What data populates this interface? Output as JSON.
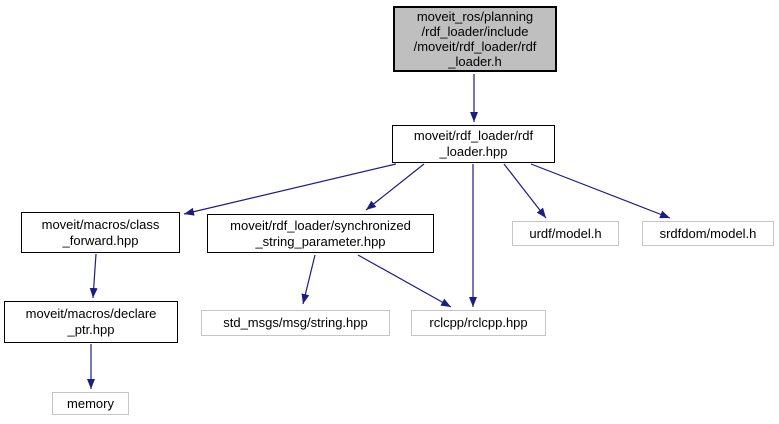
{
  "diagram": {
    "type": "include-dependency-graph",
    "colors": {
      "background": "#ffffff",
      "edge": "#1c1c85",
      "text": "#000000",
      "main_node_fill": "#bfbfbf",
      "internal_node_border": "#000000",
      "external_node_border": "#c5c5c5"
    },
    "nodes": [
      {
        "id": "rdf_loader_h",
        "kind": "main",
        "label": "moveit_ros/planning\n/rdf_loader/include\n/moveit/rdf_loader/rdf\n_loader.h"
      },
      {
        "id": "rdf_loader_hpp",
        "kind": "internal",
        "label": "moveit/rdf_loader/rdf\n_loader.hpp"
      },
      {
        "id": "class_forward_hpp",
        "kind": "internal",
        "label": "moveit/macros/class\n_forward.hpp"
      },
      {
        "id": "synchronized_string_parameter_hpp",
        "kind": "internal",
        "label": "moveit/rdf_loader/synchronized\n_string_parameter.hpp"
      },
      {
        "id": "urdf_model_h",
        "kind": "external",
        "label": "urdf/model.h"
      },
      {
        "id": "srdfdom_model_h",
        "kind": "external",
        "label": "srdfdom/model.h"
      },
      {
        "id": "declare_ptr_hpp",
        "kind": "internal",
        "label": "moveit/macros/declare\n_ptr.hpp"
      },
      {
        "id": "std_msgs_string_hpp",
        "kind": "external",
        "label": "std_msgs/msg/string.hpp"
      },
      {
        "id": "rclcpp_hpp",
        "kind": "external",
        "label": "rclcpp/rclcpp.hpp"
      },
      {
        "id": "memory",
        "kind": "external",
        "label": "memory"
      }
    ],
    "edges": [
      {
        "from": "rdf_loader_h",
        "to": "rdf_loader_hpp"
      },
      {
        "from": "rdf_loader_hpp",
        "to": "class_forward_hpp"
      },
      {
        "from": "rdf_loader_hpp",
        "to": "synchronized_string_parameter_hpp"
      },
      {
        "from": "rdf_loader_hpp",
        "to": "rclcpp_hpp"
      },
      {
        "from": "rdf_loader_hpp",
        "to": "urdf_model_h"
      },
      {
        "from": "rdf_loader_hpp",
        "to": "srdfdom_model_h"
      },
      {
        "from": "class_forward_hpp",
        "to": "declare_ptr_hpp"
      },
      {
        "from": "declare_ptr_hpp",
        "to": "memory"
      },
      {
        "from": "synchronized_string_parameter_hpp",
        "to": "std_msgs_string_hpp"
      },
      {
        "from": "synchronized_string_parameter_hpp",
        "to": "rclcpp_hpp"
      }
    ]
  }
}
